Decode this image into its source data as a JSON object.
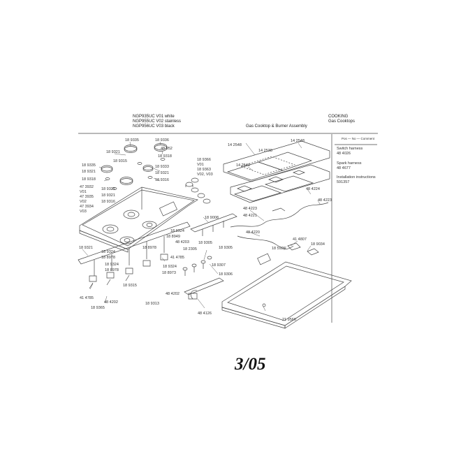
{
  "header": {
    "models": [
      {
        "model": "NGP935UC",
        "variant": "V01 white"
      },
      {
        "model": "NGP955UC",
        "variant": "V02 stainless"
      },
      {
        "model": "NGP956UC",
        "variant": "V03 black"
      }
    ],
    "assembly_title": "Gas Cooktop & Burner Assembly",
    "category": "COOKING",
    "subcategory": "Gas Cooktops"
  },
  "sidebar": {
    "col_header": "Pos — No — Comment",
    "items": [
      {
        "label": "Switch harness",
        "part": "48 4026"
      },
      {
        "label": "Spark harness",
        "part": "48 4677"
      },
      {
        "label": "Installation instructions",
        "part": "591357"
      }
    ]
  },
  "labels": [
    "18 9335",
    "18 9336",
    "18 9321",
    "48 952",
    "18 9315",
    "18 9318",
    "18 9335",
    "18 9321",
    "18 9333",
    "18 9318",
    "18 9321",
    "18 9316",
    "18 9366",
    "V01",
    "18 9363",
    "V02, V03",
    "47 3932",
    "V01",
    "47 3935",
    "V02",
    "47 3934",
    "V03",
    "18 9325",
    "18 9321",
    "18 9316",
    "14 2548",
    "14 2548",
    "14 2538",
    "14 2540",
    "48 4224",
    "48 4223",
    "48 4223",
    "48 4221",
    "18 9008",
    "18 9324",
    "18 8949",
    "48 4203",
    "48 4220",
    "18 9321",
    "18 9324",
    "18 8978",
    "18 9324",
    "18 8978",
    "18 8978",
    "41 4785",
    "18 9324",
    "18 8973",
    "18 9315",
    "48 4202",
    "18 9313",
    "41 4785",
    "48 4202",
    "18 9365",
    "18 2305",
    "18 9305",
    "18 9305",
    "18 9307",
    "18 9306",
    "18 5926",
    "41 4807",
    "18 9034",
    "48 4126",
    "21 9566"
  ],
  "date_stamp": "3/05"
}
